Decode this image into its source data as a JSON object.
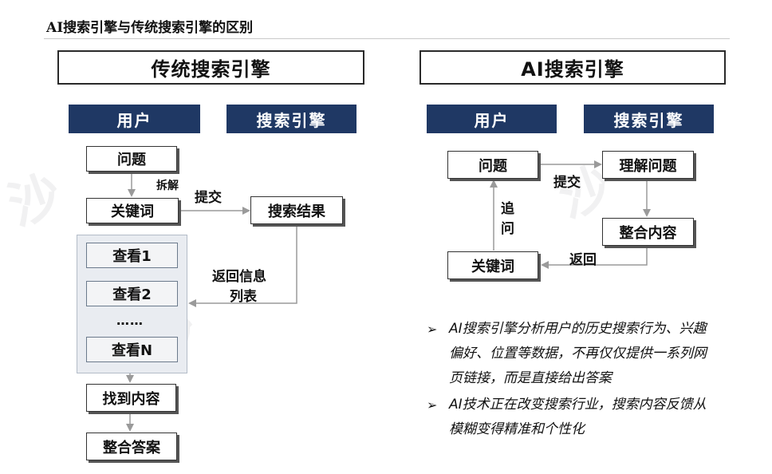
{
  "page_title": "AI搜索引擎与传统搜索引擎的区别",
  "traditional": {
    "title": "传统搜索引擎",
    "col_user": "用户",
    "col_engine": "搜索引擎",
    "nodes": {
      "question": "问题",
      "keyword": "关键词",
      "search_result": "搜索结果",
      "view1": "查看1",
      "view2": "查看2",
      "ellipsis": "……",
      "viewN": "查看N",
      "find_content": "找到内容",
      "integrate_answer": "整合答案"
    },
    "labels": {
      "decompose": "拆解",
      "submit": "提交",
      "return_list_line1": "返回信息",
      "return_list_line2": "列表"
    }
  },
  "ai": {
    "title": "AI搜索引擎",
    "col_user": "用户",
    "col_engine": "搜索引擎",
    "nodes": {
      "question": "问题",
      "understand": "理解问题",
      "integrate": "整合内容",
      "keyword": "关键词"
    },
    "labels": {
      "submit": "提交",
      "follow_up_1": "追",
      "follow_up_2": "问",
      "return": "返回"
    }
  },
  "bullets": [
    "AI搜索引擎分析用户的历史搜索行为、兴趣偏好、位置等数据，不再仅仅提供一系列网页链接，而是直接给出答案",
    "AI技术正在改变搜索行业，搜索内容反馈从模糊变得精准和个性化"
  ],
  "bullet_marker": "➢",
  "colors": {
    "header_fill": "#1f3864",
    "arrow": "#9a9a9a",
    "panel": "#e9ecf1"
  }
}
